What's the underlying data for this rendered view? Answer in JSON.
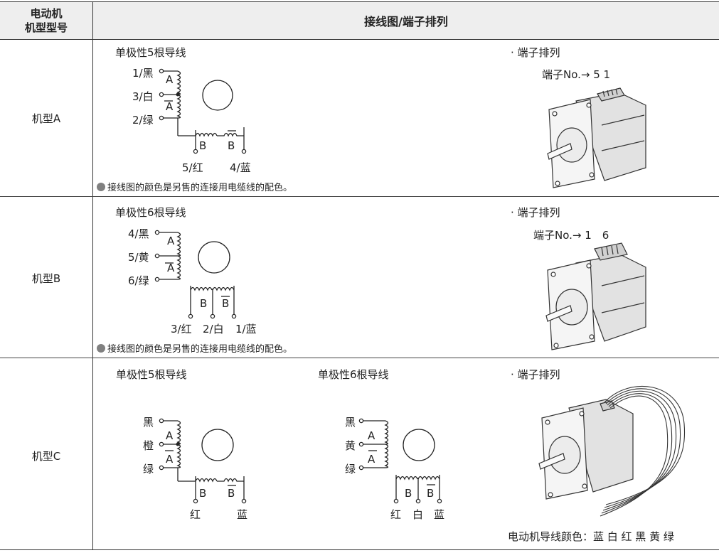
{
  "header": {
    "col1_line1": "电动机",
    "col1_line2": "机型型号",
    "col2": "接线图/端子排列"
  },
  "rows": [
    {
      "model": "机型A",
      "diagram_title": "单极性5根导线",
      "leads": [
        "1/黑",
        "3/白",
        "2/绿"
      ],
      "bottom_leads": [
        "5/红",
        "4/蓝"
      ],
      "phase_a": "A",
      "phase_abar": "A",
      "phase_b": "B",
      "phase_bbar": "B",
      "terminal_title": "· 端子排列",
      "terminal_label": "端子No.→ 5 1",
      "note": "接线图的颜色是另售的连接用电缆线的配色。"
    },
    {
      "model": "机型B",
      "diagram_title": "单极性6根导线",
      "leads": [
        "4/黑",
        "5/黄",
        "6/绿"
      ],
      "bottom_leads": [
        "3/红",
        "2/白",
        "1/蓝"
      ],
      "phase_a": "A",
      "phase_abar": "A",
      "phase_b": "B",
      "phase_bbar": "B",
      "terminal_title": "· 端子排列",
      "terminal_label": "端子No.→ 1　6",
      "note": "接线图的颜色是另售的连接用电缆线的配色。"
    },
    {
      "model": "机型C",
      "diagram_title_5": "单极性5根导线",
      "diagram_title_6": "单极性6根导线",
      "leads_5": [
        "黑",
        "橙",
        "绿"
      ],
      "bottom_leads_5": [
        "红",
        "蓝"
      ],
      "leads_6": [
        "黑",
        "黄",
        "绿"
      ],
      "bottom_leads_6": [
        "红",
        "白",
        "蓝"
      ],
      "phase_a": "A",
      "phase_abar": "A",
      "phase_b": "B",
      "phase_bbar": "B",
      "terminal_title": "· 端子排列",
      "lead_colors": "电动机导线颜色：蓝 白 红 黑 黄 绿"
    }
  ]
}
